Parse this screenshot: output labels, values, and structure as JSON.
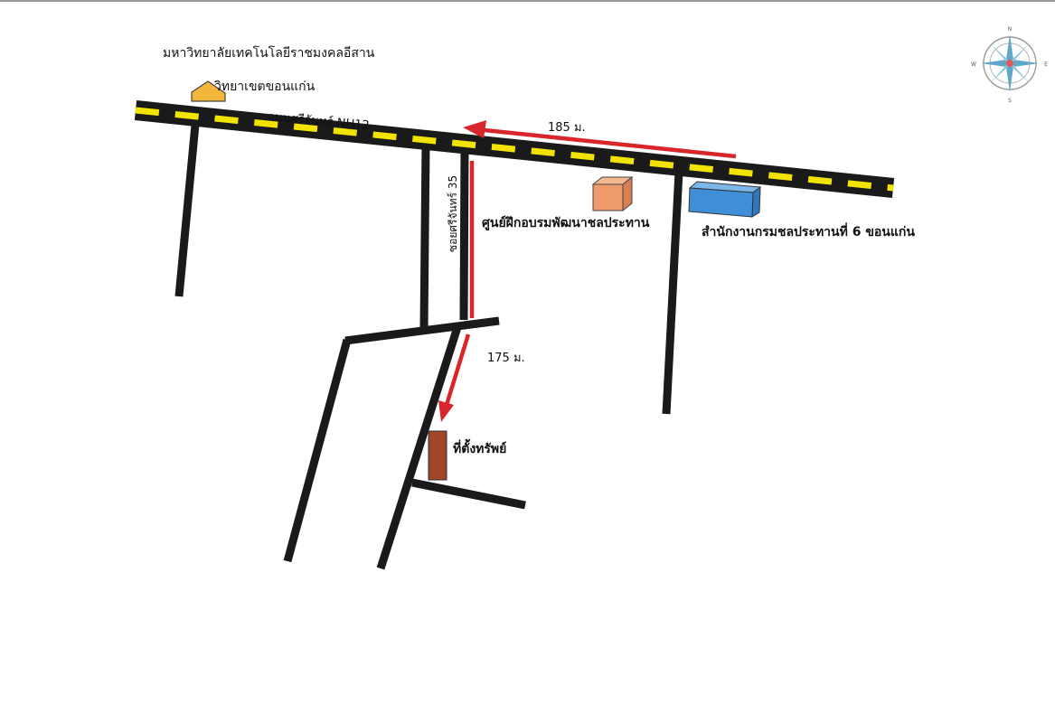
{
  "labels": {
    "university": "มหาวิทยาลัยเทคโนโลยีราชมงคลอีสาน",
    "campus": "วิทยาเขตขอนแก่น",
    "main_road": "ถนนศรีจันทร์ NH12",
    "soi": "ซอยศรีจันทร์ 35",
    "training_center": "ศูนย์ฝึกอบรมพัฒนาชลประทาน",
    "irrigation_office": "สำนักงานกรมชลประทานที่ 6 ขอนแก่น",
    "property": "ที่ตั้งทรัพย์",
    "dist_main": "185 ม.",
    "dist_soi": "175 ม."
  },
  "compass": {
    "n": "N",
    "e": "E",
    "s": "S",
    "w": "W"
  },
  "colors": {
    "road": "#1a1a1a",
    "road_dash": "#f2e400",
    "arrow": "#d8262c",
    "university_building": "#f2b63a",
    "training_building": "#ee9a6b",
    "office_building": "#3f8fd8",
    "property_marker": "#a0442a",
    "compass": "#5fa8c8"
  }
}
